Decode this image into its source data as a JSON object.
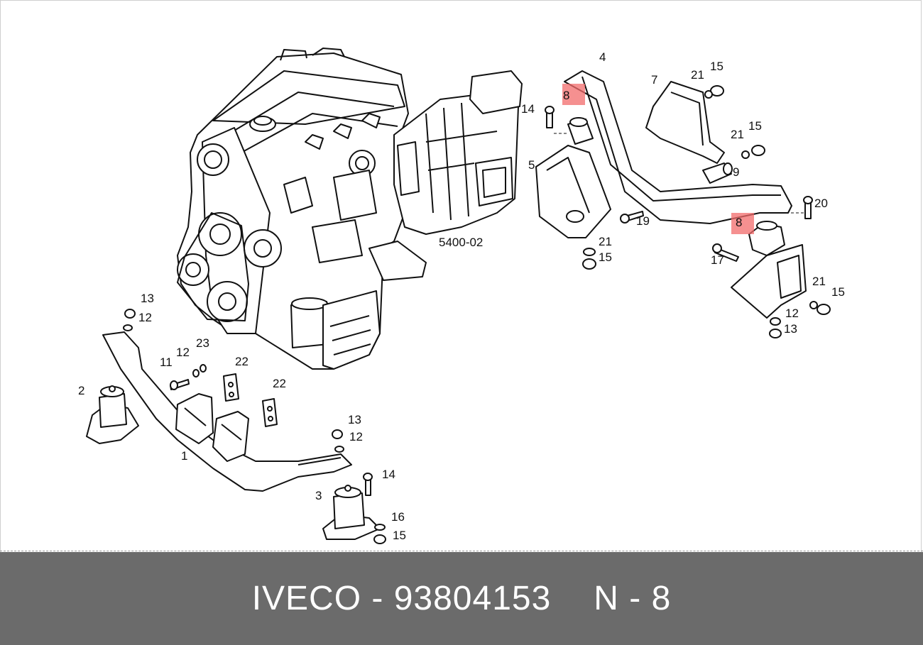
{
  "diagram": {
    "group_code": "5400-02",
    "part_labels": [
      "1",
      "2",
      "3",
      "4",
      "5",
      "7",
      "8",
      "8",
      "9",
      "11",
      "12",
      "12",
      "12",
      "12",
      "13",
      "13",
      "13",
      "14",
      "14",
      "15",
      "15",
      "15",
      "15",
      "15",
      "16",
      "17",
      "19",
      "20",
      "21",
      "21",
      "21",
      "21",
      "22",
      "22",
      "23"
    ],
    "highlight_color": "#f26b6b"
  },
  "footer": {
    "brand_part": "IVECO - 93804153",
    "position": "N - 8",
    "background": "#6b6b6b"
  }
}
